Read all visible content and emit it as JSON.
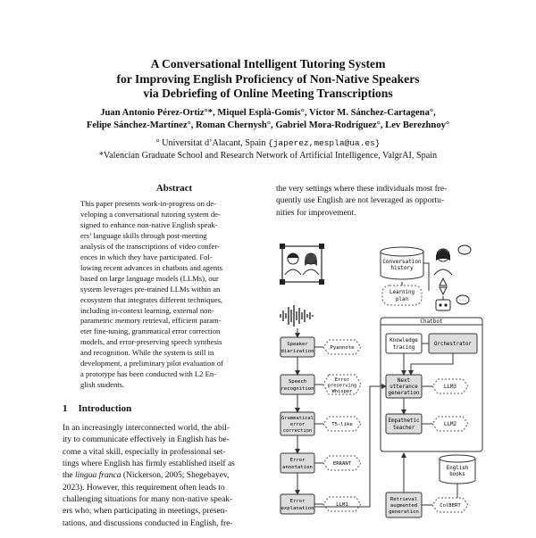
{
  "title_lines": [
    "A Conversational Intelligent Tutoring System",
    "for Improving English Proficiency of Non-Native Speakers",
    "via Debriefing of Online Meeting Transcriptions"
  ],
  "author_lines": [
    "Juan Antonio Pérez-Ortiz°*, Miquel Esplà-Gomis°, Víctor M. Sánchez-Cartagena°,",
    "Felipe Sánchez-Martínez°, Roman Chernysh°, Gabriel Mora-Rodríguez°, Lev Berezhnoy°"
  ],
  "affiliation": {
    "line1_text": "° Universitat d’Alacant, Spain ",
    "line1_email": "{japerez,mespla@ua.es}",
    "line2": "*Valencian Graduate School and Research Network of Artificial Intelligence, ValgrAI, Spain"
  },
  "abstract_heading": "Abstract",
  "abstract_lines": [
    "This paper presents work-in-progress on de-",
    "veloping a conversational tutoring system de-",
    "signed to enhance non-native English speak-",
    "ers’ language skills through post-meeting",
    "analysis of the transcriptions of video confer-",
    "ences in which they have participated. Fol-",
    "lowing recent advances in chatbots and agents",
    "based on large language models (LLMs), our",
    "system leverages pre-trained LLMs within an",
    "ecosystem that integrates different techniques,",
    "including in-context learning, external non-",
    "parametric memory retrieval, efficient param-",
    "eter fine-tuning, grammatical error correction",
    "models, and error-preserving speech synthesis",
    "and recognition. While the system is still in",
    "development, a preliminary pilot evaluation of",
    "a prototype has been conducted with L2 En-",
    "glish students."
  ],
  "section": {
    "number": "1",
    "title": "Introduction"
  },
  "intro_lines": [
    "In an increasingly interconnected world, the abil-",
    "ity to communicate effectively in English has be-",
    "come a vital skill, especially in professional set-",
    "tings where English has firmly established itself as",
    "the lingua franca (Nickerson, 2005; Shegebayev,",
    "2023). However, this requirement often leads to",
    "challenging situations for many non-native speak-",
    "ers who, when participating in meetings, presen-",
    "tations, and discussions conducted in English, fre-"
  ],
  "right_lines": [
    "the very settings where these individuals most fre-",
    "quently use English are not leveraged as opportu-",
    "nities for improvement."
  ],
  "figure": {
    "conversation_history": [
      "Conversation",
      "history"
    ],
    "learning_plan": [
      "Learning",
      "plan"
    ],
    "chatbot": "Chatbot",
    "knowledge_tracing": [
      "Knowledge",
      "tracing"
    ],
    "orchestrator": "Orchestrator",
    "next_utterance": [
      "Next",
      "utterance",
      "generation"
    ],
    "llm3": "LLM3",
    "empathetic_teacher": [
      "Empathetic",
      "teacher"
    ],
    "llm2": "LLM2",
    "speaker_diarization": [
      "Speaker",
      "diarization"
    ],
    "pyannote": "Pyannote",
    "speech_recognition": [
      "Speech",
      "recognition"
    ],
    "error_whisper": [
      "Error",
      "preserving",
      "Whisper"
    ],
    "gec": [
      "Grammatical",
      "error",
      "correction"
    ],
    "t5like": "T5-like",
    "error_annotation": [
      "Error",
      "annotation"
    ],
    "errant": "ERRANT",
    "error_explanation": [
      "Error",
      "explanation"
    ],
    "llm1": "LLM1",
    "english_books": [
      "English",
      "books"
    ],
    "rag": [
      "Retrieval",
      "augmented",
      "generation"
    ],
    "colbert": "ColBERT"
  }
}
